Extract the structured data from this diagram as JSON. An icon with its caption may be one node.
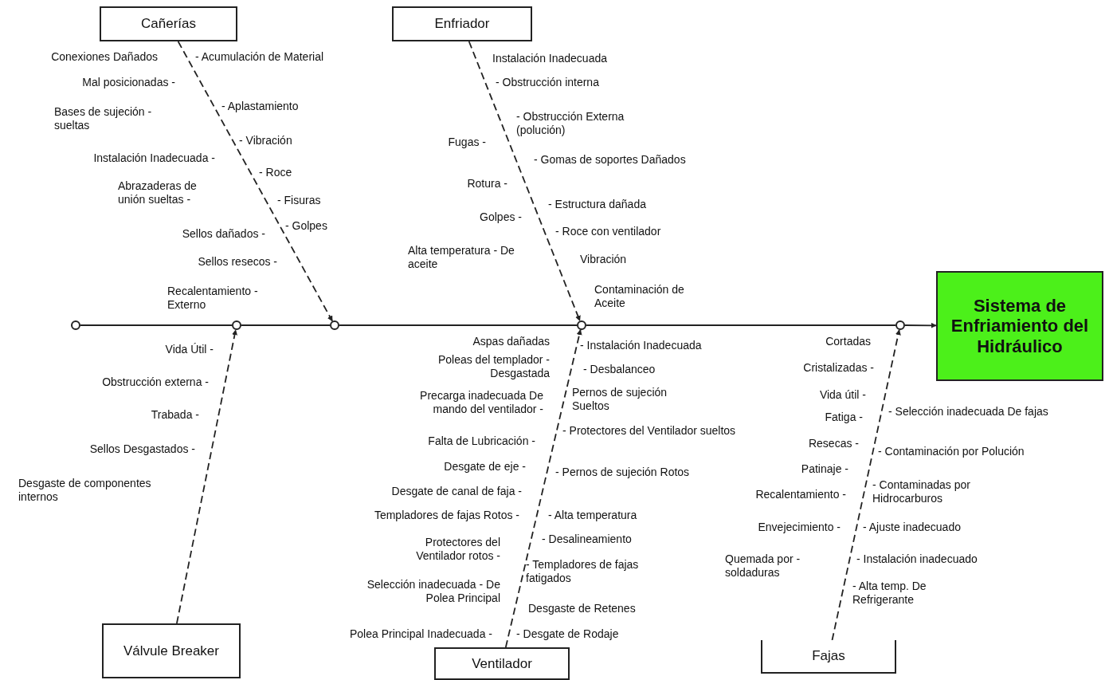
{
  "diagram": {
    "nodes": [
      {
        "text": [
          "Cañerías"
        ]
      },
      {
        "text": [
          "Enfriador"
        ]
      },
      {
        "text": [
          "Válvule Breaker"
        ]
      },
      {
        "text": [
          "Ventilador"
        ]
      },
      {
        "text": [
          "Fajas"
        ]
      },
      {
        "text": [
          "Sistema de Enfriamiento del Hidráulico"
        ]
      },
      {
        "text": [],
        "shape": "circle"
      },
      {
        "text": [],
        "shape": "circle"
      },
      {
        "text": [],
        "shape": "circle"
      },
      {
        "text": [],
        "shape": "circle"
      },
      {
        "text": [],
        "shape": "circle"
      }
    ],
    "edges": [
      {
        "from": 0,
        "to": 8,
        "arrow": "to",
        "style": "dashed"
      },
      {
        "from": 1,
        "to": 9,
        "arrow": "to",
        "style": "dashed"
      },
      {
        "from": 6,
        "to": 7,
        "arrow": "none"
      },
      {
        "from": 7,
        "to": 8,
        "arrow": "none"
      },
      {
        "from": 8,
        "to": 9,
        "arrow": "none"
      },
      {
        "from": 9,
        "to": 10,
        "arrow": "none"
      },
      {
        "from": 10,
        "to": 5,
        "arrow": "to"
      },
      {
        "from": 2,
        "to": 7,
        "arrow": "to",
        "style": "dashed"
      },
      {
        "from": 3,
        "to": 9,
        "arrow": "to",
        "style": "dashed"
      },
      {
        "from": 4,
        "to": 10,
        "arrow": "to",
        "style": "dashed"
      }
    ],
    "labels": [
      "Conexiones Dañados",
      "Mal posicionadas -",
      "Bases de sujeción - sueltas",
      "Instalación Inadecuada -",
      "Abrazaderas de unión sueltas -",
      "Sellos dañados -",
      "Sellos resecos -",
      "Recalentamiento - Externo",
      "- Acumulación de Material",
      "- Aplastamiento",
      "- Vibración",
      "- Roce",
      "- Fisuras",
      "- Golpes",
      "Fugas -",
      "Rotura -",
      "Golpes -",
      "Alta temperatura - De aceite",
      "Instalación Inadecuada",
      "- Obstrucción interna",
      "- Obstrucción Externa (polución)",
      "- Gomas de soportes Dañados",
      "- Estructura dañada",
      "- Roce con ventilador",
      "Vibración",
      "Contaminación de Aceite",
      "Vida Útil -",
      "Obstrucción externa -",
      "Trabada -",
      "Sellos Desgastados -",
      "Desgaste de componentes internos",
      "Aspas dañadas",
      "Poleas del templador - Desgastada",
      "Precarga inadecuada De mando del ventilador -",
      "Falta de Lubricación -",
      "Desgate de eje -",
      "Desgate de canal de faja -",
      "Templadores de fajas Rotos -",
      "Protectores del Ventilador rotos -",
      "Selección inadecuada - De Polea Principal",
      "Polea Principal Inadecuada -",
      "- Instalación Inadecuada",
      "- Desbalanceo",
      "Pernos de sujeción Sueltos",
      "- Protectores del Ventilador sueltos",
      "- Pernos de sujeción Rotos",
      "- Alta temperatura",
      "- Desalineamiento",
      "- Templadores de fajas fatigados",
      "Desgaste de Retenes",
      "- Desgate de Rodaje",
      "Cortadas",
      "Cristalizadas -",
      "Vida útil -",
      "Fatiga -",
      "Resecas -",
      "Patinaje -",
      "Recalentamiento -",
      "Envejecimiento -",
      "Quemada por - soldaduras",
      "- Selección inadecuada De fajas",
      "- Contaminación por Polución",
      "- Contaminadas por Hidrocarburos",
      "- Ajuste inadecuado",
      "- Instalación inadecuado",
      "- Alta temp. De Refrigerante"
    ]
  }
}
